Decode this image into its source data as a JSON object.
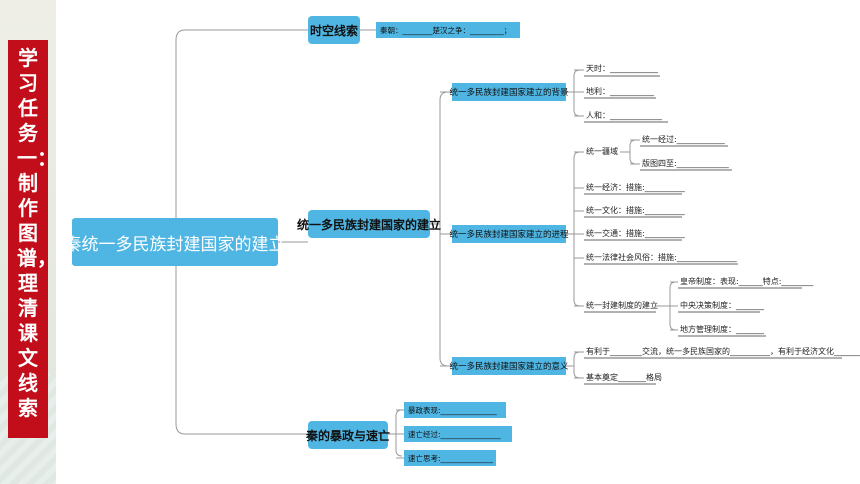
{
  "vertical_title": "学习任务一：制作图谱，理清课文线索",
  "root": "秦统一多民族封建国家的建立",
  "branch1": {
    "label": "时空线索",
    "detail": "秦朝：________楚汉之争：_________；"
  },
  "branch2": {
    "label": "统一多民族封建国家的建立",
    "background": {
      "label": "统一多民族封建国家建立的背景",
      "items": [
        "天时：____________",
        "地利：___________",
        "人和：_____________"
      ]
    },
    "process": {
      "label": "统一多民族封建国家建立的进程",
      "territory": "统一疆域",
      "territory_items": [
        "统一经过:____________",
        "版图四至:_____________"
      ],
      "items": [
        "统一经济：措施:__________",
        "统一文化：措施:__________",
        "统一交通：措施:__________",
        "统一法律社会风俗：措施:_______________"
      ],
      "system": "统一封建制度的建立",
      "system_items": [
        "皇帝制度：表现:______特点:________",
        "中央决策制度：_______",
        "地方管理制度：_______"
      ]
    },
    "significance": {
      "label": "统一多民族封建国家建立的意义",
      "items": [
        "有利于________交流，统一多民族国家的__________，有利于经济文化_______",
        "基本奠定_______格局"
      ]
    }
  },
  "branch3": {
    "label": "秦的暴政与速亡",
    "items": [
      "暴政表现:_______________",
      "速亡经过:________________",
      "速亡思考:______________"
    ]
  }
}
